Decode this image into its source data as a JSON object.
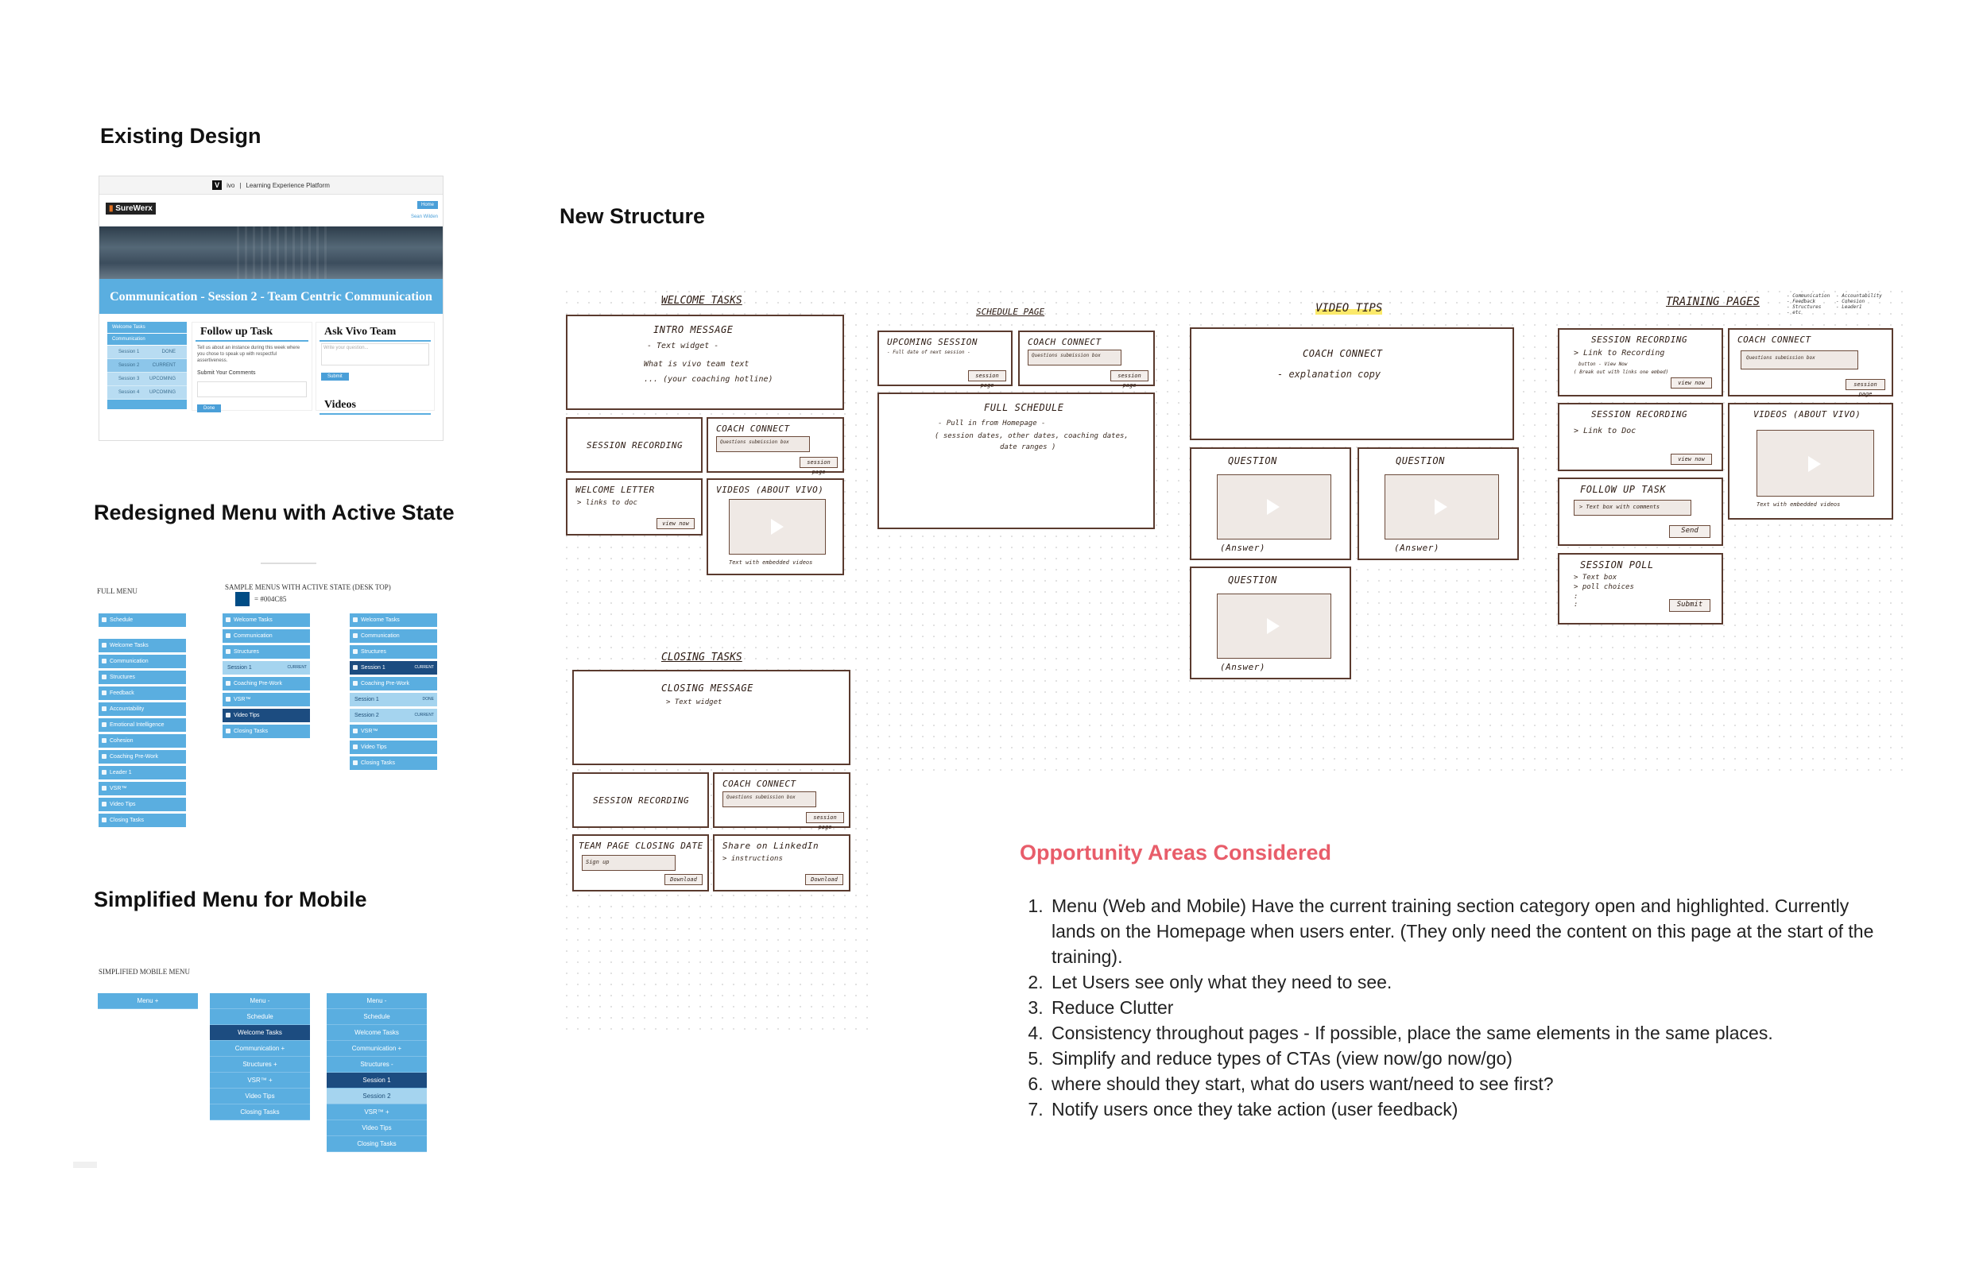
{
  "headings": {
    "existing": "Existing Design",
    "redesigned": "Redesigned Menu with Active State",
    "mobile": "Simplified Menu for Mobile",
    "new_structure": "New Structure",
    "opportunity": "Opportunity Areas Considered"
  },
  "existing_mock": {
    "topbar_logo": "V",
    "topbar_suffix": "ivo",
    "topbar_text": "Learning Experience Platform",
    "brand": "SureWerx",
    "home_button": "Home",
    "user_link": "Sean Wilden",
    "banner": "Communication - Session 2 - Team Centric Communication",
    "side_items": [
      "Welcome Tasks",
      "Communication"
    ],
    "side_subs": [
      {
        "label": "Session 1",
        "tag": "DONE"
      },
      {
        "label": "Session 2",
        "tag": "CURRENT"
      },
      {
        "label": "Session 3",
        "tag": "UPCOMING"
      },
      {
        "label": "Session 4",
        "tag": "UPCOMING"
      }
    ],
    "follow_title": "Follow up Task",
    "follow_text": "Tell us about an instance during this week where you chose to speak up with respectful assertiveness.",
    "submit_comments": "Submit Your Comments",
    "ask_title": "Ask Vivo Team",
    "ask_placeholder": "Write your question...",
    "submit": "Submit",
    "videos_title": "Videos",
    "done_btn": "Done"
  },
  "menus": {
    "full_label": "FULL MENU",
    "sample_label": "SAMPLE MENUS WITH ACTIVE STATE (DESK TOP)",
    "swatch_label": "= #004C85",
    "swatch_color": "#004C85",
    "full": [
      "Schedule",
      "Welcome Tasks",
      "Communication",
      "Structures",
      "Feedback",
      "Accountability",
      "Emotional Intelligence",
      "Cohesion",
      "Coaching Pre-Work",
      "Leader 1",
      "VSR™",
      "Video Tips",
      "Closing Tasks"
    ],
    "sample1": [
      {
        "label": "Welcome Tasks"
      },
      {
        "label": "Communication"
      },
      {
        "label": "Structures"
      },
      {
        "label": "Session 1",
        "tag": "CURRENT",
        "sub": true
      },
      {
        "label": "Coaching Pre-Work"
      },
      {
        "label": "VSR™"
      },
      {
        "label": "Video Tips",
        "dark": true
      },
      {
        "label": "Closing Tasks"
      }
    ],
    "sample2": [
      {
        "label": "Welcome Tasks"
      },
      {
        "label": "Communication"
      },
      {
        "label": "Structures"
      },
      {
        "label": "Session 1",
        "tag": "CURRENT",
        "dark": true
      },
      {
        "label": "Coaching Pre-Work"
      },
      {
        "label": "Session 1",
        "tag": "DONE",
        "sub": true
      },
      {
        "label": "Session 2",
        "tag": "CURRENT",
        "sub": true
      },
      {
        "label": "VSR™"
      },
      {
        "label": "Video Tips"
      },
      {
        "label": "Closing Tasks"
      }
    ]
  },
  "mobile": {
    "label": "SIMPLIFIED MOBILE MENU",
    "m1": [
      {
        "label": "Menu +"
      }
    ],
    "m2": [
      {
        "label": "Menu -"
      },
      {
        "label": "Schedule"
      },
      {
        "label": "Welcome Tasks",
        "dark": true
      },
      {
        "label": "Communication +"
      },
      {
        "label": "Structures +"
      },
      {
        "label": "VSR™ +"
      },
      {
        "label": "Video Tips"
      },
      {
        "label": "Closing Tasks"
      }
    ],
    "m3": [
      {
        "label": "Menu -"
      },
      {
        "label": "Schedule"
      },
      {
        "label": "Welcome Tasks"
      },
      {
        "label": "Communication +"
      },
      {
        "label": "Structures -"
      },
      {
        "label": "Session 1",
        "dark": true
      },
      {
        "label": "Session 2",
        "sub": true
      },
      {
        "label": "VSR™ +"
      },
      {
        "label": "Video Tips"
      },
      {
        "label": "Closing Tasks"
      }
    ]
  },
  "wireframes": {
    "welcome": {
      "title": "WELCOME TASKS",
      "intro_title": "INTRO MESSAGE",
      "intro_lines": [
        "- Text widget -",
        "What is vivo team text",
        "... (your coaching hotline)"
      ],
      "session_recording": "SESSION RECORDING",
      "coach_connect": "COACH CONNECT",
      "questions_box": "Questions submission box",
      "session_page": "session page",
      "welcome_letter": "WELCOME LETTER",
      "links_to_doc": "> links to doc",
      "view_now": "view now",
      "videos": "VIDEOS (ABOUT VIVO)",
      "videos_caption": "Text with embedded videos"
    },
    "schedule": {
      "title": "SCHEDULE PAGE",
      "upcoming": "UPCOMING SESSION",
      "upcoming_line": "- Full date of next session -",
      "session_page": "session page",
      "coach_connect": "COACH CONNECT",
      "questions_box": "Questions submission box",
      "full_schedule": "FULL SCHEDULE",
      "full_lines": [
        "- Pull in from Homepage -",
        "( session dates, other dates, coaching dates,",
        "date ranges )"
      ]
    },
    "video": {
      "title": "VIDEO TIPS",
      "cc_title": "COACH CONNECT",
      "cc_line": "- explanation copy",
      "question": "QUESTION",
      "answer": "(Answer)"
    },
    "training": {
      "title": "TRAINING PAGES",
      "legend_a": [
        "- Communication",
        "- Feedback",
        "- Structures",
        "- etc"
      ],
      "legend_b": [
        "- Accountability",
        "- Cohesion",
        "- Leader1"
      ],
      "rec1_title": "SESSION RECORDING",
      "rec1_lines": [
        "> Link to Recording",
        "button - View Now",
        "( Break out with links one embed)"
      ],
      "view_now": "view now",
      "coach_connect": "COACH CONNECT",
      "questions_box": "Questions submission box",
      "session_page": "session page",
      "rec2_title": "SESSION RECORDING",
      "rec2_line": "> Link to Doc",
      "videos": "VIDEOS (ABOUT VIVO)",
      "videos_caption": "Text with embedded videos",
      "follow_title": "FOLLOW UP TASK",
      "follow_box": "> Text box with comments",
      "send": "Send",
      "poll_title": "SESSION POLL",
      "poll_lines": [
        "> Text box",
        "> poll choices",
        "  :",
        "  :"
      ],
      "submit": "Submit"
    },
    "closing": {
      "title": "CLOSING TASKS",
      "msg_title": "CLOSING MESSAGE",
      "msg_line": "> Text widget",
      "session_recording": "SESSION RECORDING",
      "coach_connect": "COACH CONNECT",
      "questions_box": "Questions submission box",
      "session_page": "session page",
      "team_page": "TEAM PAGE CLOSING DATE",
      "team_box": "Sign up",
      "download": "Download",
      "share": "Share on LinkedIn",
      "share_line": "> instructions",
      "download2": "Download"
    }
  },
  "opportunity_items": [
    "Menu (Web and Mobile) Have the current training section category open and highlighted. Currently lands on the Homepage when users enter. (They only need the content on this page at the start of the training).",
    "Let Users see only what they need to see.",
    "Reduce Clutter",
    "Consistency throughout pages - If possible, place the same elements in the same places.",
    "Simplify and reduce types of CTAs (view now/go now/go)",
    "where should they start, what do users want/need to see first?",
    "Notify users once they take action (user feedback)"
  ]
}
